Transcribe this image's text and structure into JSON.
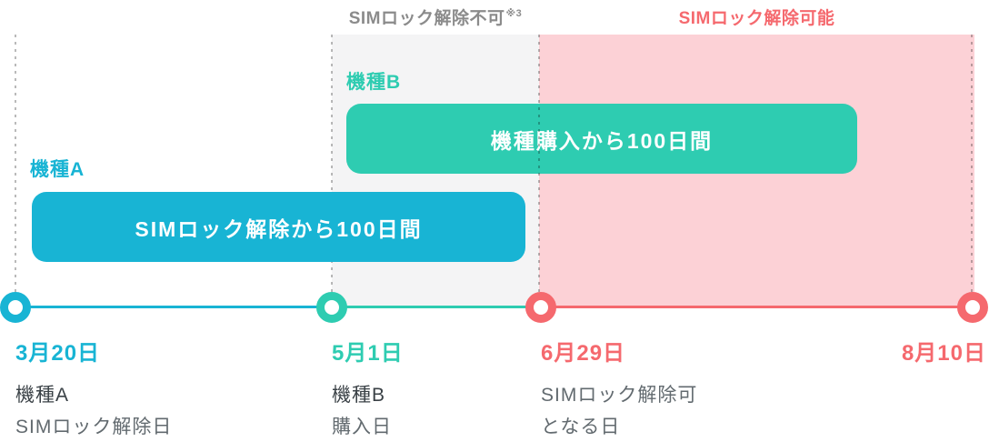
{
  "colors": {
    "cyan": "#18b4d4",
    "teal": "#2eccb1",
    "salmon": "#f5696e",
    "pink_bg": "#fcd1d6",
    "gray_bg": "#f4f4f5",
    "gray_label": "#8b8b8b",
    "dark_text": "#3a4146",
    "muted_text": "#626a6f"
  },
  "zones": {
    "locked": {
      "label": "SIMロック解除不可",
      "note": "※3"
    },
    "unlockable": {
      "label": "SIMロック解除可能"
    }
  },
  "bars": [
    {
      "device": "機種B",
      "label": "機種購入から100日間"
    },
    {
      "device": "機種A",
      "label": "SIMロック解除から100日間"
    }
  ],
  "timeline": [
    {
      "date": "3月20日",
      "lines": [
        "機種A",
        "SIMロック解除日"
      ]
    },
    {
      "date": "5月1日",
      "lines": [
        "機種B",
        "購入日"
      ]
    },
    {
      "date": "6月29日",
      "lines": [
        "SIMロック解除可",
        "となる日"
      ]
    },
    {
      "date": "8月10日",
      "lines": []
    }
  ]
}
